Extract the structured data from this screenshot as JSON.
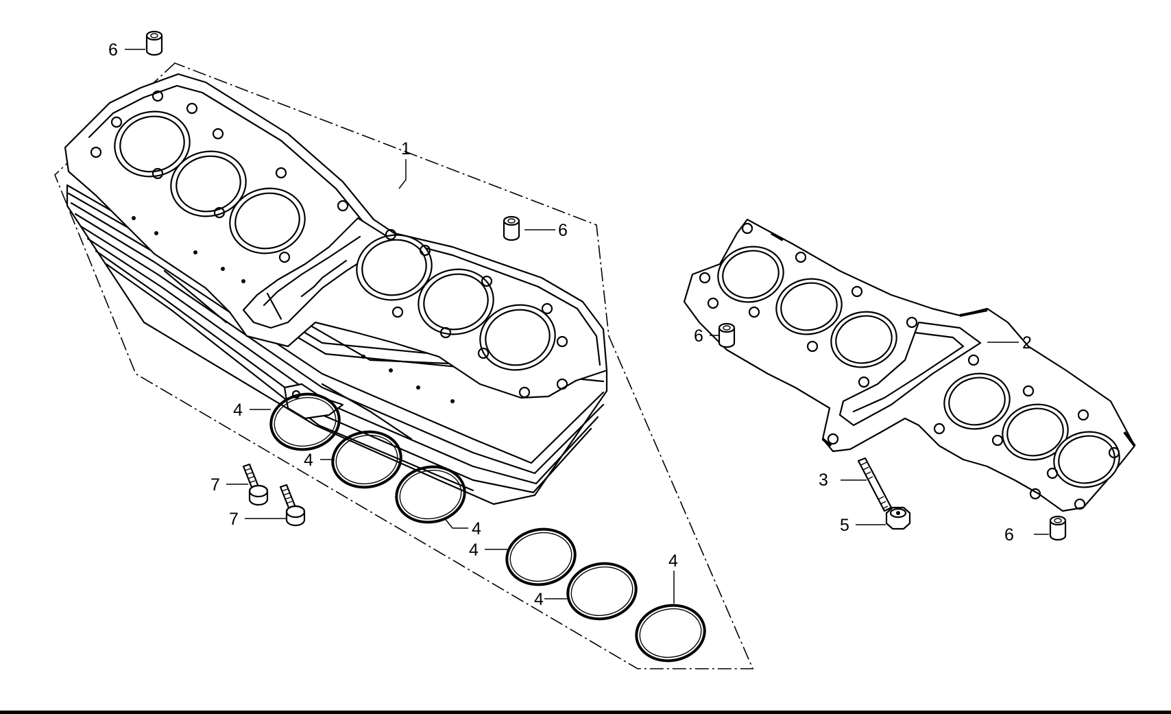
{
  "callouts": {
    "cylinder": "1",
    "gasket": "2",
    "stud": "3",
    "o_ring": "4",
    "nut": "5",
    "dowel": "6",
    "bolt": "7"
  }
}
